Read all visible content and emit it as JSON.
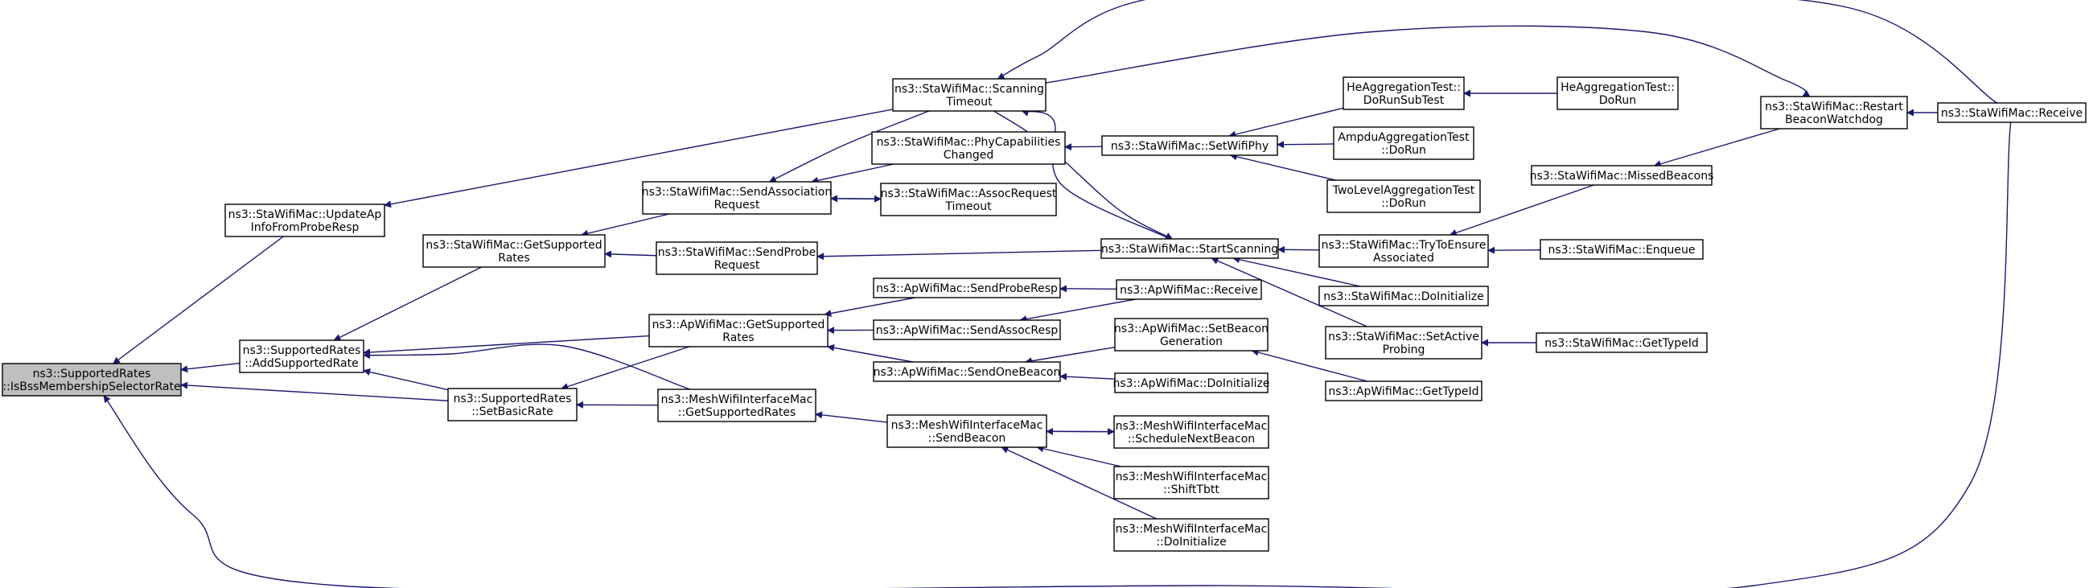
{
  "nodes": {
    "n0": [
      "ns3::SupportedRates",
      "::IsBssMembershipSelectorRate"
    ],
    "n1": [
      "ns3::StaWifiMac::UpdateAp",
      "InfoFromProbeResp"
    ],
    "n2": [
      "ns3::SupportedRates",
      "::AddSupportedRate"
    ],
    "n3": [
      "ns3::StaWifiMac::GetSupported",
      "Rates"
    ],
    "n4": [
      "ns3::SupportedRates",
      "::SetBasicRate"
    ],
    "n5": [
      "ns3::StaWifiMac::SendAssociation",
      "Request"
    ],
    "n6": [
      "ns3::StaWifiMac::SendProbe",
      "Request"
    ],
    "n7": [
      "ns3::ApWifiMac::GetSupported",
      "Rates"
    ],
    "n8": [
      "ns3::MeshWifiInterfaceMac",
      "::GetSupportedRates"
    ],
    "n9": [
      "ns3::StaWifiMac::Scanning",
      "Timeout"
    ],
    "n10": [
      "ns3::StaWifiMac::PhyCapabilities",
      "Changed"
    ],
    "n11": [
      "ns3::StaWifiMac::AssocRequest",
      "Timeout"
    ],
    "n12": [
      "ns3::ApWifiMac::SendProbeResp"
    ],
    "n13": [
      "ns3::ApWifiMac::SendAssocResp"
    ],
    "n14": [
      "ns3::ApWifiMac::SendOneBeacon"
    ],
    "n15": [
      "ns3::MeshWifiInterfaceMac",
      "::SendBeacon"
    ],
    "n16": [
      "ns3::StaWifiMac::SetWifiPhy"
    ],
    "n17": [
      "ns3::StaWifiMac::StartScanning"
    ],
    "n18": [
      "ns3::ApWifiMac::Receive"
    ],
    "n19": [
      "ns3::ApWifiMac::SetBeacon",
      "Generation"
    ],
    "n20": [
      "ns3::ApWifiMac::DoInitialize"
    ],
    "n21": [
      "ns3::MeshWifiInterfaceMac",
      "::ScheduleNextBeacon"
    ],
    "n22": [
      "ns3::MeshWifiInterfaceMac",
      "::ShiftTbtt"
    ],
    "n23": [
      "ns3::MeshWifiInterfaceMac",
      "::DoInitialize"
    ],
    "n24": [
      "HeAggregationTest::",
      "DoRunSubTest"
    ],
    "n25": [
      "AmpduAggregationTest",
      "::DoRun"
    ],
    "n26": [
      "TwoLevelAggregationTest",
      "::DoRun"
    ],
    "n27": [
      "ns3::StaWifiMac::TryToEnsure",
      "Associated"
    ],
    "n28": [
      "ns3::StaWifiMac::DoInitialize"
    ],
    "n29": [
      "ns3::StaWifiMac::SetActive",
      "Probing"
    ],
    "n30": [
      "ns3::ApWifiMac::GetTypeId"
    ],
    "n31": [
      "HeAggregationTest::",
      "DoRun"
    ],
    "n32": [
      "ns3::StaWifiMac::MissedBeacons"
    ],
    "n33": [
      "ns3::StaWifiMac::Enqueue"
    ],
    "n34": [
      "ns3::StaWifiMac::GetTypeId"
    ],
    "n35": [
      "ns3::StaWifiMac::Restart",
      "BeaconWatchdog"
    ],
    "n36": [
      "ns3::StaWifiMac::Receive"
    ]
  },
  "edges": [
    [
      "n1",
      "n0"
    ],
    [
      "n2",
      "n0"
    ],
    [
      "n4",
      "n0"
    ],
    [
      "n36",
      "n0"
    ],
    [
      "n3",
      "n2"
    ],
    [
      "n4",
      "n2"
    ],
    [
      "n7",
      "n2"
    ],
    [
      "n8",
      "n2"
    ],
    [
      "n9",
      "n1"
    ],
    [
      "n5",
      "n3"
    ],
    [
      "n6",
      "n3"
    ],
    [
      "n7",
      "n4"
    ],
    [
      "n8",
      "n4"
    ],
    [
      "n9",
      "n5"
    ],
    [
      "n10",
      "n5"
    ],
    [
      "n11",
      "n5"
    ],
    [
      "n17",
      "n6"
    ],
    [
      "n12",
      "n7"
    ],
    [
      "n13",
      "n7"
    ],
    [
      "n14",
      "n7"
    ],
    [
      "n15",
      "n8"
    ],
    [
      "n17",
      "n9"
    ],
    [
      "n36",
      "n9"
    ],
    [
      "n16",
      "n10"
    ],
    [
      "n5",
      "n11"
    ],
    [
      "n18",
      "n12"
    ],
    [
      "n18",
      "n13"
    ],
    [
      "n19",
      "n14"
    ],
    [
      "n20",
      "n14"
    ],
    [
      "n21",
      "n15"
    ],
    [
      "n22",
      "n15"
    ],
    [
      "n23",
      "n15"
    ],
    [
      "n24",
      "n16"
    ],
    [
      "n25",
      "n16"
    ],
    [
      "n26",
      "n16"
    ],
    [
      "n9",
      "n17"
    ],
    [
      "n27",
      "n17"
    ],
    [
      "n28",
      "n17"
    ],
    [
      "n29",
      "n17"
    ],
    [
      "n30",
      "n19"
    ],
    [
      "n15",
      "n21"
    ],
    [
      "n31",
      "n24"
    ],
    [
      "n32",
      "n27"
    ],
    [
      "n33",
      "n27"
    ],
    [
      "n34",
      "n29"
    ],
    [
      "n9",
      "n35"
    ],
    [
      "n35",
      "n32"
    ],
    [
      "n36",
      "n35"
    ]
  ]
}
